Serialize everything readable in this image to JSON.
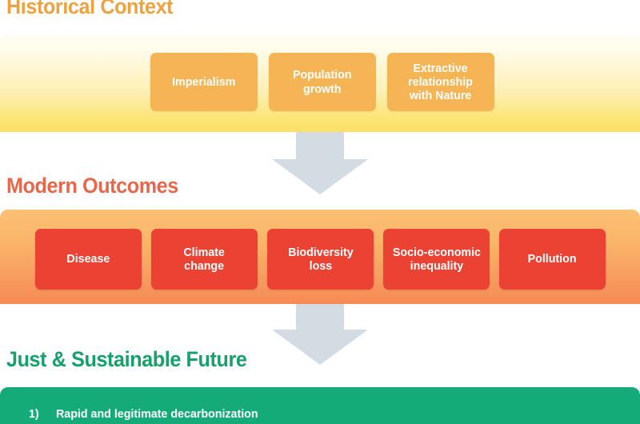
{
  "figure": {
    "title_visible": false
  },
  "sections": {
    "historical": {
      "heading": "Historical Context",
      "heading_color": "#eda23f",
      "band_color_top": "#fffdf5",
      "band_color_bottom": "#fbe069",
      "box_color": "#f6b554",
      "boxes": [
        {
          "label": "Imperialism"
        },
        {
          "label": "Population\ngrowth",
          "line1": "Population",
          "line2": "growth"
        },
        {
          "label": "Extractive relationship with Nature",
          "line1": "Extractive",
          "line2": "relationship",
          "line3": "with Nature"
        }
      ]
    },
    "modern": {
      "heading": "Modern Outcomes",
      "heading_color": "#e8674a",
      "band_color_top": "#fcc075",
      "band_color_bottom": "#f68a56",
      "box_color": "#ea4334",
      "boxes": [
        {
          "label": "Disease",
          "line1": "Disease"
        },
        {
          "label": "Climate change",
          "line1": "Climate",
          "line2": "change"
        },
        {
          "label": "Biodiversity loss",
          "line1": "Biodiversity",
          "line2": "loss"
        },
        {
          "label": "Socio-economic inequality",
          "line1": "Socio-economic",
          "line2": "inequality"
        },
        {
          "label": "Pollution",
          "line1": "Pollution"
        }
      ]
    },
    "future": {
      "heading": "Just & Sustainable Future",
      "heading_color": "#16a06a",
      "band_color": "#14ab79",
      "items": [
        {
          "number": "1)",
          "text": "Rapid and legitimate decarbonization"
        }
      ]
    }
  },
  "arrows": {
    "color": "#d3dce3",
    "direction": "down",
    "count": 2
  }
}
